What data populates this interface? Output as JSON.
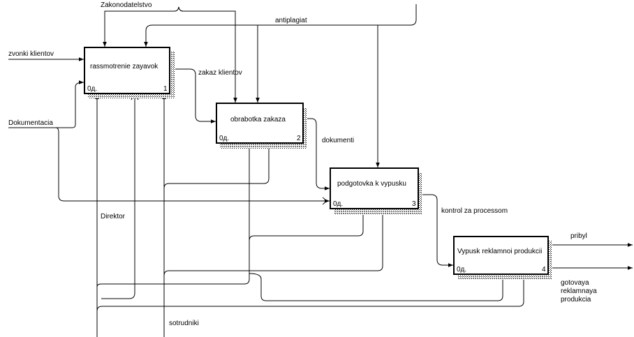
{
  "boxes": [
    {
      "id": "b1",
      "title": "rassmotrenie zayavok",
      "cost": "0д.",
      "number": "1"
    },
    {
      "id": "b2",
      "title": "obrabotka zakaza",
      "cost": "0д.",
      "number": "2"
    },
    {
      "id": "b3",
      "title": "podgotovka k vypusku",
      "cost": "0д.",
      "number": "3"
    },
    {
      "id": "b4",
      "title": "Vypusk reklamnoi produkcii",
      "cost": "0д.",
      "number": "4"
    }
  ],
  "arrows": {
    "inputs": [
      "zvonki klientov",
      "Dokumentacia"
    ],
    "controls": [
      "Zakonodatelstvo",
      "antiplagiat"
    ],
    "intermediate": [
      "zakaz klientov",
      "dokumenti",
      "kontrol za processom"
    ],
    "mechanisms": [
      "Direktor",
      "sotrudniki"
    ],
    "outputs": [
      "pribyl",
      "gotovaya",
      "reklamnaya",
      "produkcia"
    ]
  },
  "colors": {
    "line": "#000000",
    "background": "#ffffff",
    "shadow_hatch": "#000000"
  }
}
